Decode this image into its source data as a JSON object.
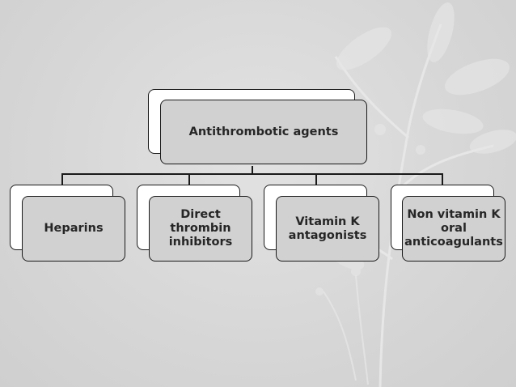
{
  "diagram": {
    "root": {
      "label": "Antithrombotic agents"
    },
    "children": [
      {
        "label": "Heparins"
      },
      {
        "label": "Direct\nthrombin\ninhibitors"
      },
      {
        "label": "Vitamin K\nantagonists"
      },
      {
        "label": "Non vitamin K\noral\nanticoagulants"
      }
    ]
  },
  "colors": {
    "background": "#d7d7d7",
    "box_front": "#d1d1d1",
    "box_back": "#ffffff",
    "border": "#1a1a1a",
    "text": "#262626"
  }
}
